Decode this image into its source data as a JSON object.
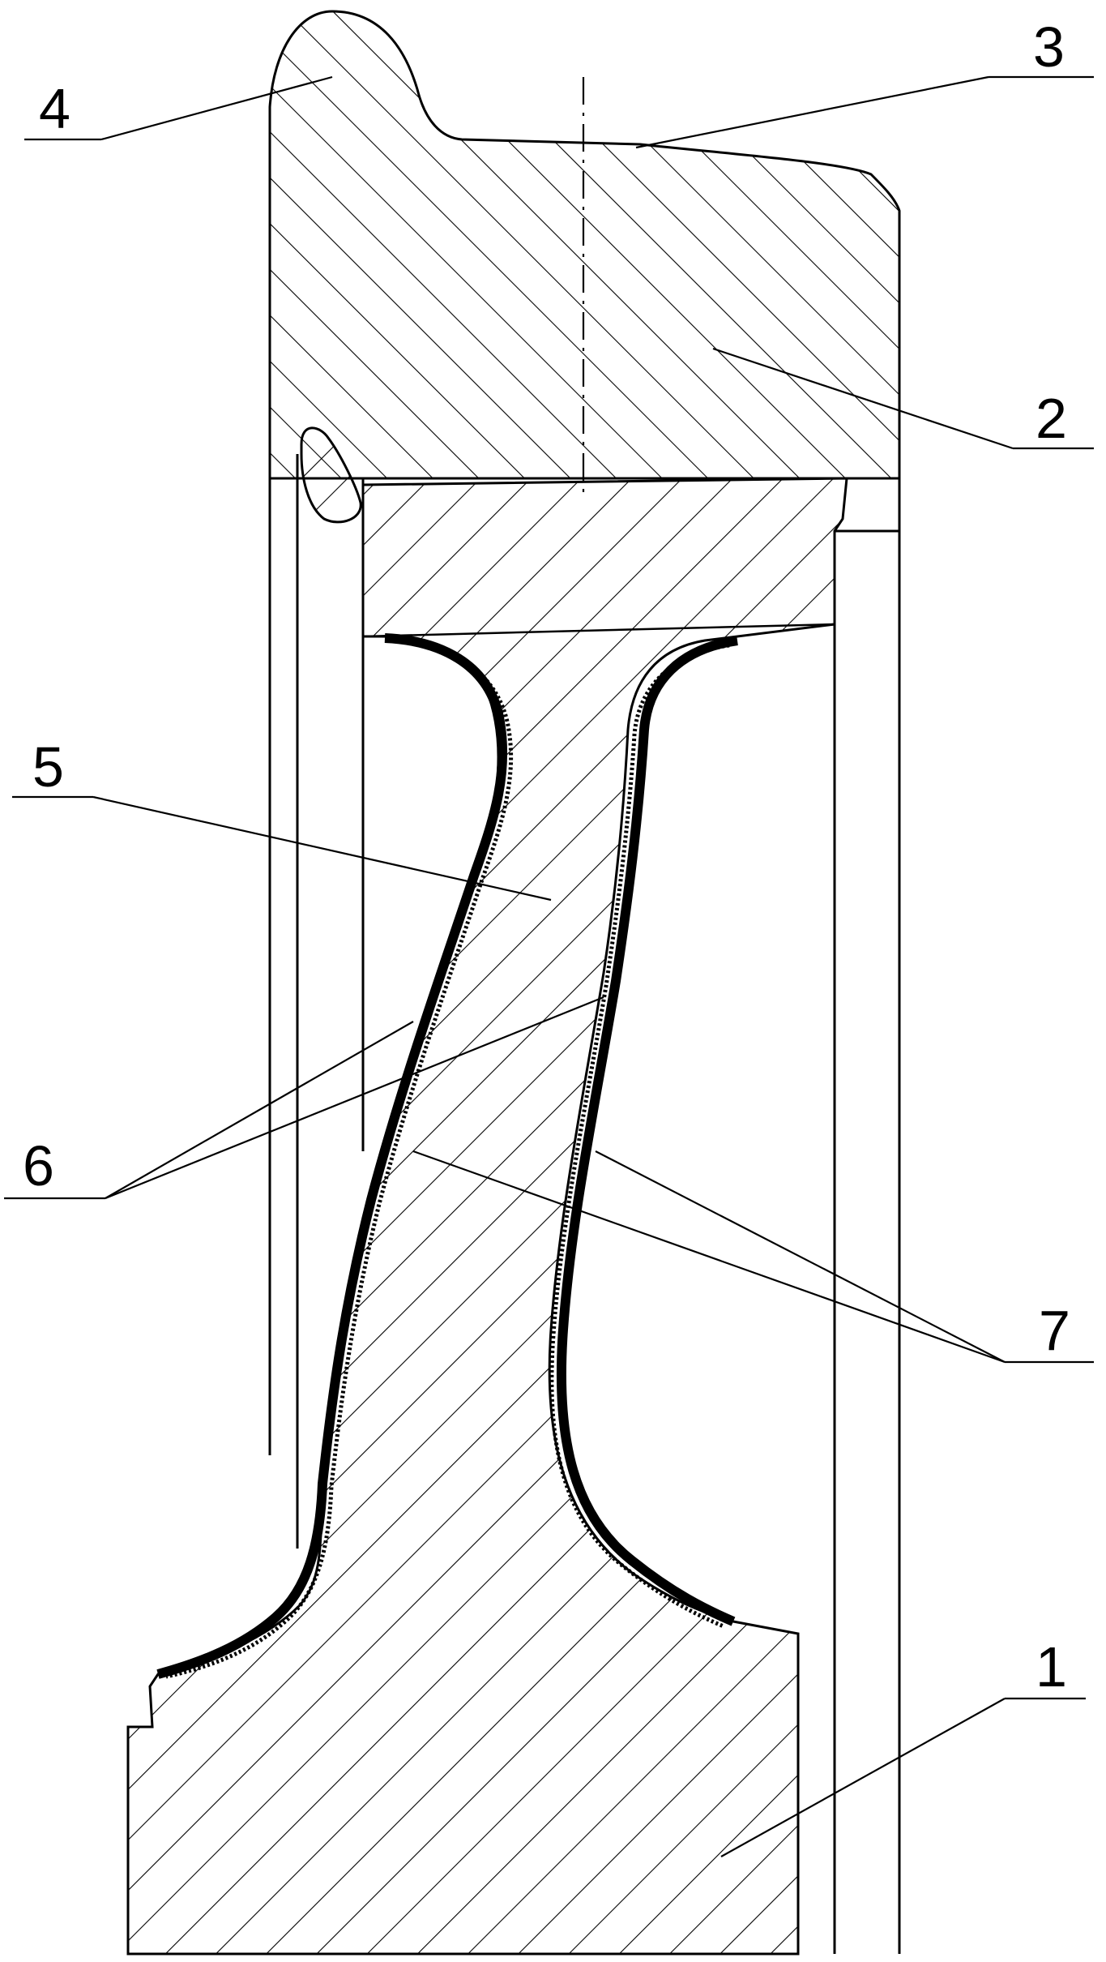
{
  "labels": {
    "l1": "1",
    "l2": "2",
    "l3": "3",
    "l4": "4",
    "l5": "5",
    "l6": "6",
    "l7": "7"
  },
  "colors": {
    "line": "#000000",
    "background": "#ffffff"
  }
}
